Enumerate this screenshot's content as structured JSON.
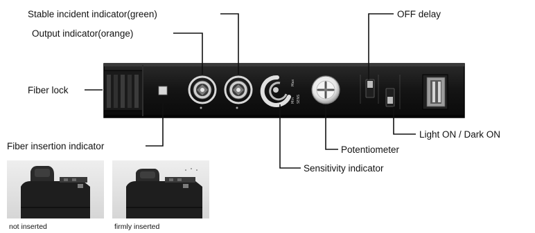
{
  "labels": {
    "stable_incident": "Stable incident indicator(green)",
    "output_indicator": "Output indicator(orange)",
    "off_delay": "OFF delay",
    "fiber_lock": "Fiber lock",
    "light_dark_on": "Light ON / Dark ON",
    "fiber_insertion": "Fiber insertion indicator",
    "potentiometer": "Potentiometer",
    "sensitivity": "Sensitivity indicator"
  },
  "photos": {
    "not_inserted": "not inserted",
    "firmly_inserted": "firmly inserted"
  },
  "device_marks": {
    "min": "Min",
    "max": "Max",
    "sens": "SENS"
  }
}
